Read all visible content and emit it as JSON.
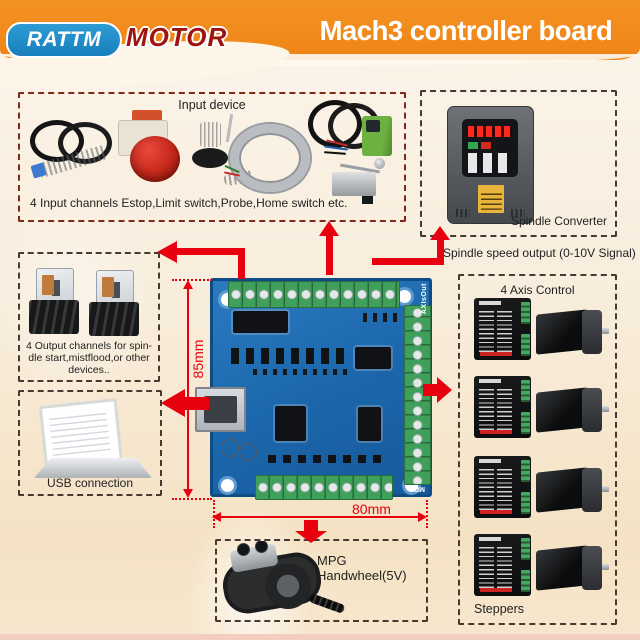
{
  "banner": {
    "brand_rattm": "RATTM",
    "brand_motor": "MOTOR",
    "title": "Mach3 controller board"
  },
  "boxes": {
    "input": {
      "title": "Input device",
      "caption": "4 Input channels Estop,Limit switch,Probe,Home switch etc."
    },
    "output": {
      "lines": [
        "4 Output channels for spin-",
        "dle start,mistflood,or other",
        "devices.."
      ]
    },
    "usb": {
      "label": "USB connection"
    },
    "spindle": {
      "label": "Spindle Converter"
    },
    "axis": {
      "title": "4 Axis Control",
      "footer": "Steppers"
    },
    "mpg": {
      "label": "MPG Handwheel(5V)"
    }
  },
  "labels": {
    "spindle_signal": "Spindle speed output (0-10V Signal)"
  },
  "board": {
    "height_label": "85mm",
    "width_label": "80mm",
    "axis_out_label": "AXIsOut",
    "mpg_label": "MPG"
  },
  "colors": {
    "banner_orange": "#EE8315",
    "accent_red": "#E8000E",
    "brand_blue": "#1F8BC4",
    "brand_dark_red": "#9E1410",
    "pcb_blue": "#1B66AA",
    "terminal_green": "#3FA05C",
    "background_cream": "#F8EDDC"
  }
}
